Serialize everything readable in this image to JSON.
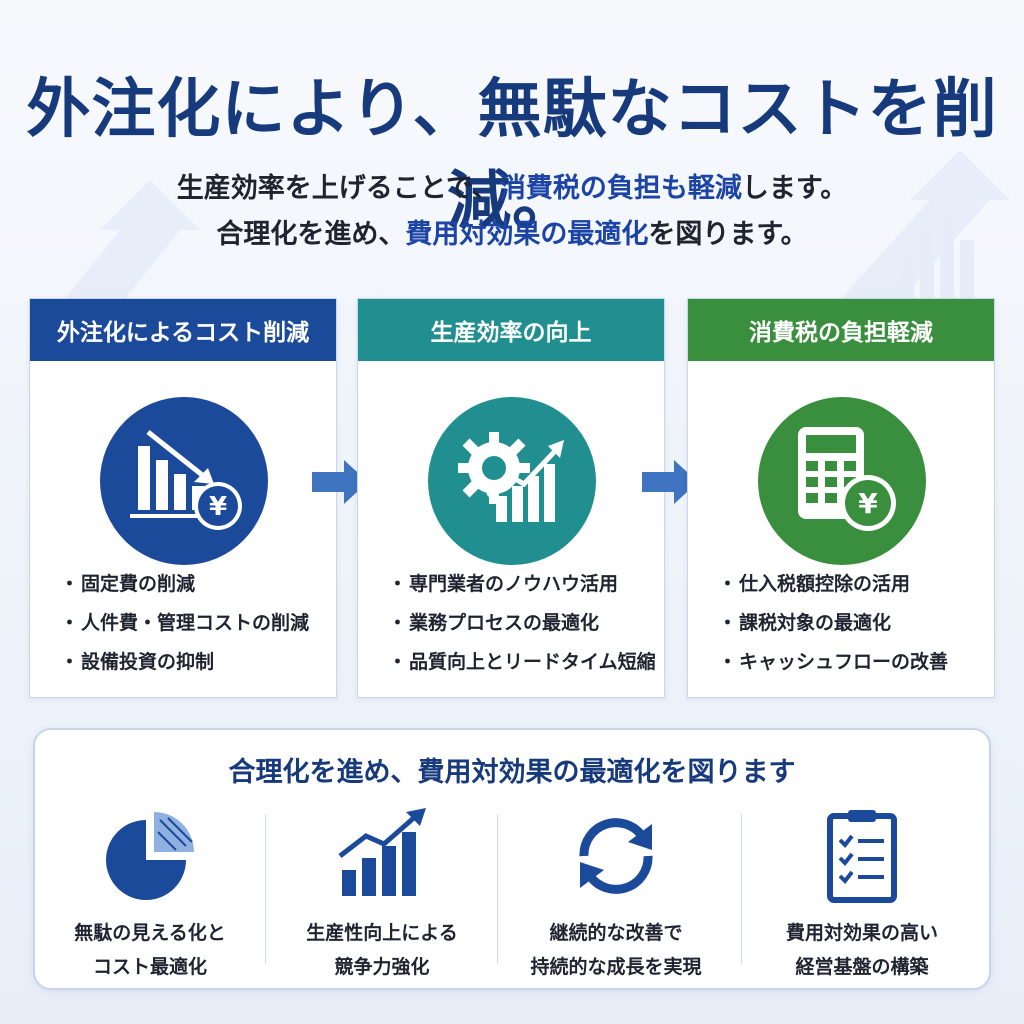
{
  "header": {
    "title": "外注化により、無駄なコストを削減。",
    "line1": {
      "pre": "生産効率を上げることで、",
      "highlight": "消費税の負担も軽減",
      "post": "します。"
    },
    "line2": {
      "pre": "合理化を進め、",
      "highlight": "費用対効果の最適化",
      "post": "を図ります。"
    }
  },
  "cards": [
    {
      "title": "外注化によるコスト削減",
      "color": "#1c4a9a",
      "icon": "bar-chart-down-yen-icon",
      "items": [
        "固定費の削減",
        "人件費・管理コストの削減",
        "設備投資の抑制"
      ]
    },
    {
      "title": "生産効率の向上",
      "color": "#218f8f",
      "icon": "gear-growth-chart-icon",
      "items": [
        "専門業者のノウハウ活用",
        "業務プロセスの最適化",
        "品質向上とリードタイム短縮"
      ]
    },
    {
      "title": "消費税の負担軽減",
      "color": "#3a8f3e",
      "icon": "calculator-yen-icon",
      "items": [
        "仕入税額控除の活用",
        "課税対象の最適化",
        "キャッシュフローの改善"
      ]
    }
  ],
  "bottom": {
    "title": "合理化を進め、費用対効果の最適化を図ります",
    "items": [
      {
        "icon": "pie-chart-icon",
        "line1": "無駄の見える化と",
        "line2": "コスト最適化"
      },
      {
        "icon": "growth-bar-chart-icon",
        "line1": "生産性向上による",
        "line2": "競争力強化"
      },
      {
        "icon": "refresh-cycle-icon",
        "line1": "継続的な改善で",
        "line2": "持続的な成長を実現"
      },
      {
        "icon": "clipboard-checklist-icon",
        "line1": "費用対効果の高い",
        "line2": "経営基盤の構築"
      }
    ]
  },
  "colors": {
    "primary": "#173a7c",
    "highlight": "#1b44a6",
    "arrow": "#3f74c0"
  }
}
